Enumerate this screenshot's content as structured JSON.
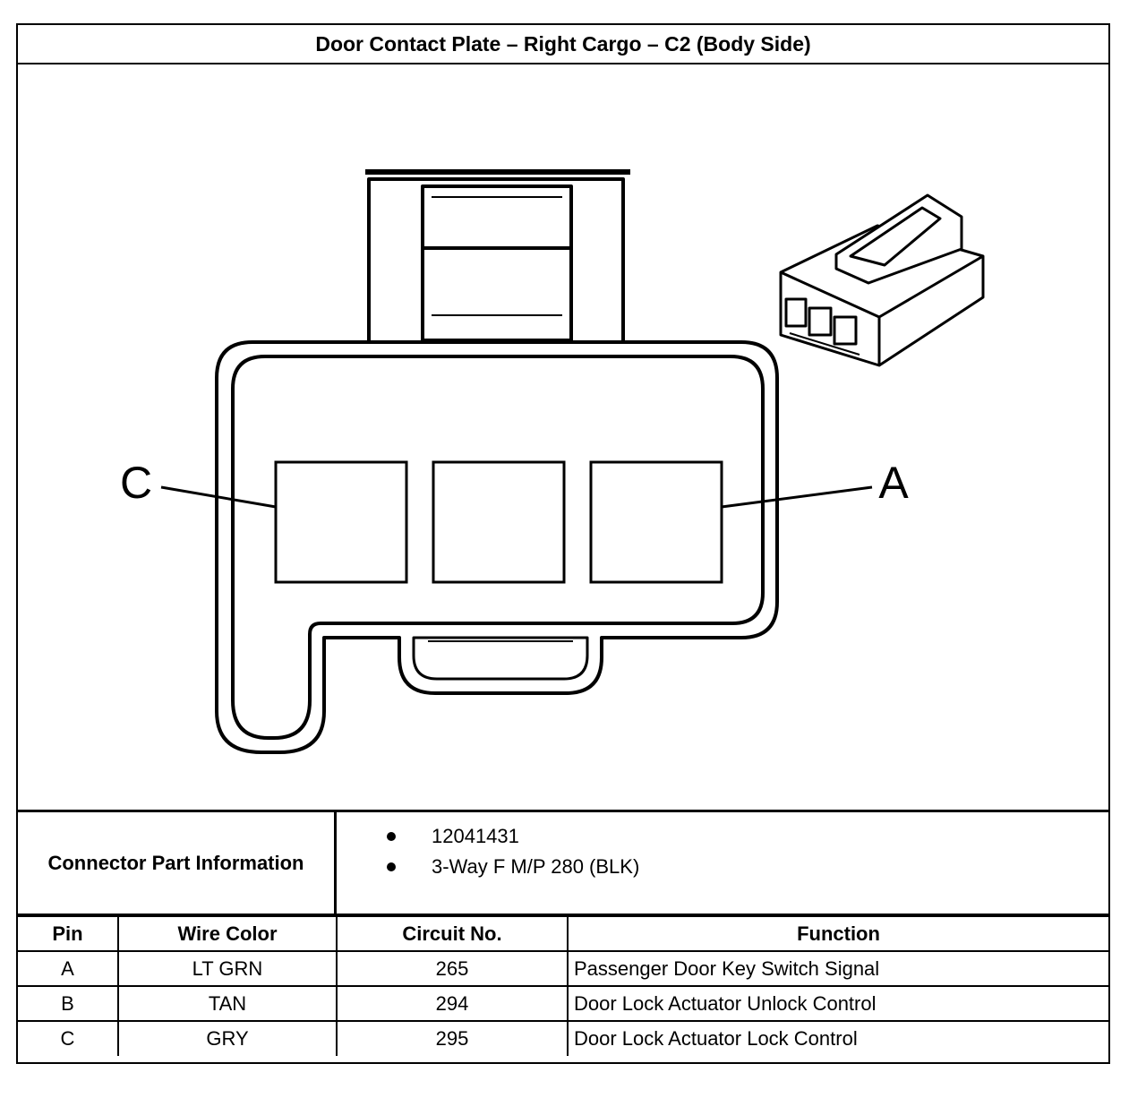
{
  "title": "Door Contact Plate – Right Cargo – C2 (Body Side)",
  "diagram": {
    "labels": {
      "left": "C",
      "right": "A"
    }
  },
  "connector_info": {
    "label": "Connector Part Information",
    "items": [
      "12041431",
      "3-Way F M/P 280 (BLK)"
    ]
  },
  "pin_table": {
    "headers": [
      "Pin",
      "Wire Color",
      "Circuit No.",
      "Function"
    ],
    "rows": [
      {
        "pin": "A",
        "wire_color": "LT GRN",
        "circuit": "265",
        "function": "Passenger Door Key Switch Signal"
      },
      {
        "pin": "B",
        "wire_color": "TAN",
        "circuit": "294",
        "function": "Door Lock Actuator Unlock Control"
      },
      {
        "pin": "C",
        "wire_color": "GRY",
        "circuit": "295",
        "function": "Door Lock Actuator Lock Control"
      }
    ]
  }
}
